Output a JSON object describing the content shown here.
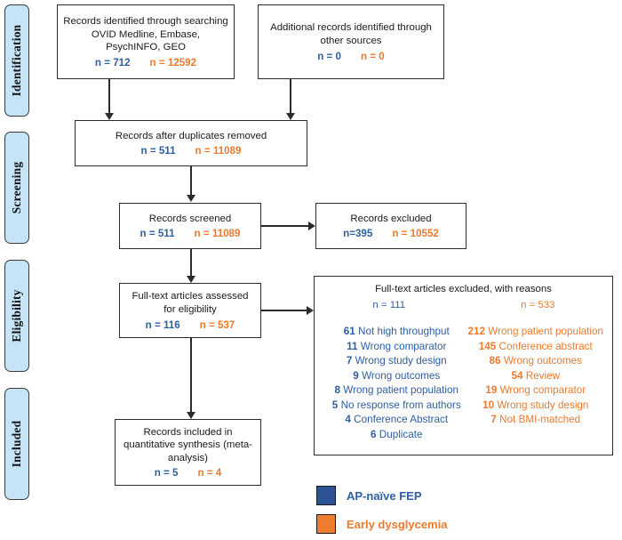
{
  "colors": {
    "blue": "#2e5fa3",
    "orange": "#ec7a2e",
    "legend_blue_swatch": "#2e5395",
    "legend_orange_swatch": "#ed7d31",
    "stage_fill": "#c5e4f7",
    "line": "#2b2b2b"
  },
  "stages": [
    {
      "label": "Identification"
    },
    {
      "label": "Screening"
    },
    {
      "label": "Eligibility"
    },
    {
      "label": "Included"
    }
  ],
  "boxes": {
    "identified": {
      "title": "Records identified through searching OVID Medline, Embase, PsychINFO, GEO",
      "n_blue": "n = 712",
      "n_orange": "n = 12592"
    },
    "additional": {
      "title": "Additional records identified through other sources",
      "n_blue": "n = 0",
      "n_orange": "n = 0"
    },
    "duplicates_removed": {
      "title": "Records after duplicates removed",
      "n_blue": "n = 511",
      "n_orange": "n = 11089"
    },
    "records_screened": {
      "title": "Records screened",
      "n_blue": "n = 511",
      "n_orange": "n = 11089"
    },
    "records_excluded": {
      "title": "Records excluded",
      "n_blue": "n=395",
      "n_orange": "n = 10552"
    },
    "fulltext_assessed": {
      "title": "Full-text articles assessed for eligibility",
      "n_blue": "n = 116",
      "n_orange": "n = 537"
    },
    "records_included": {
      "title": "Records included in quantitative synthesis (meta-analysis)",
      "n_blue": "n = 5",
      "n_orange": "n = 4"
    }
  },
  "excluded_reasons": {
    "title": "Full-text articles excluded, with reasons",
    "n_blue": "n = 111",
    "n_orange": "n = 533",
    "blue_items": [
      {
        "count": "61",
        "reason": "Not high throughput"
      },
      {
        "count": "11",
        "reason": "Wrong comparator"
      },
      {
        "count": "7",
        "reason": "Wrong study design"
      },
      {
        "count": "9",
        "reason": "Wrong outcomes"
      },
      {
        "count": "8",
        "reason": "Wrong patient population"
      },
      {
        "count": "5",
        "reason": "No response from authors"
      },
      {
        "count": "4",
        "reason": "Conference Abstract"
      },
      {
        "count": "6",
        "reason": "Duplicate"
      }
    ],
    "orange_items": [
      {
        "count": "212",
        "reason": "Wrong patient population"
      },
      {
        "count": "145",
        "reason": "Conference abstract"
      },
      {
        "count": "86",
        "reason": "Wrong outcomes"
      },
      {
        "count": "54",
        "reason": "Review"
      },
      {
        "count": "19",
        "reason": "Wrong comparator"
      },
      {
        "count": "10",
        "reason": "Wrong study design"
      },
      {
        "count": "7",
        "reason": "Not BMI-matched"
      }
    ]
  },
  "legend": [
    {
      "label": "AP-naïve FEP"
    },
    {
      "label": "Early dysglycemia"
    }
  ]
}
